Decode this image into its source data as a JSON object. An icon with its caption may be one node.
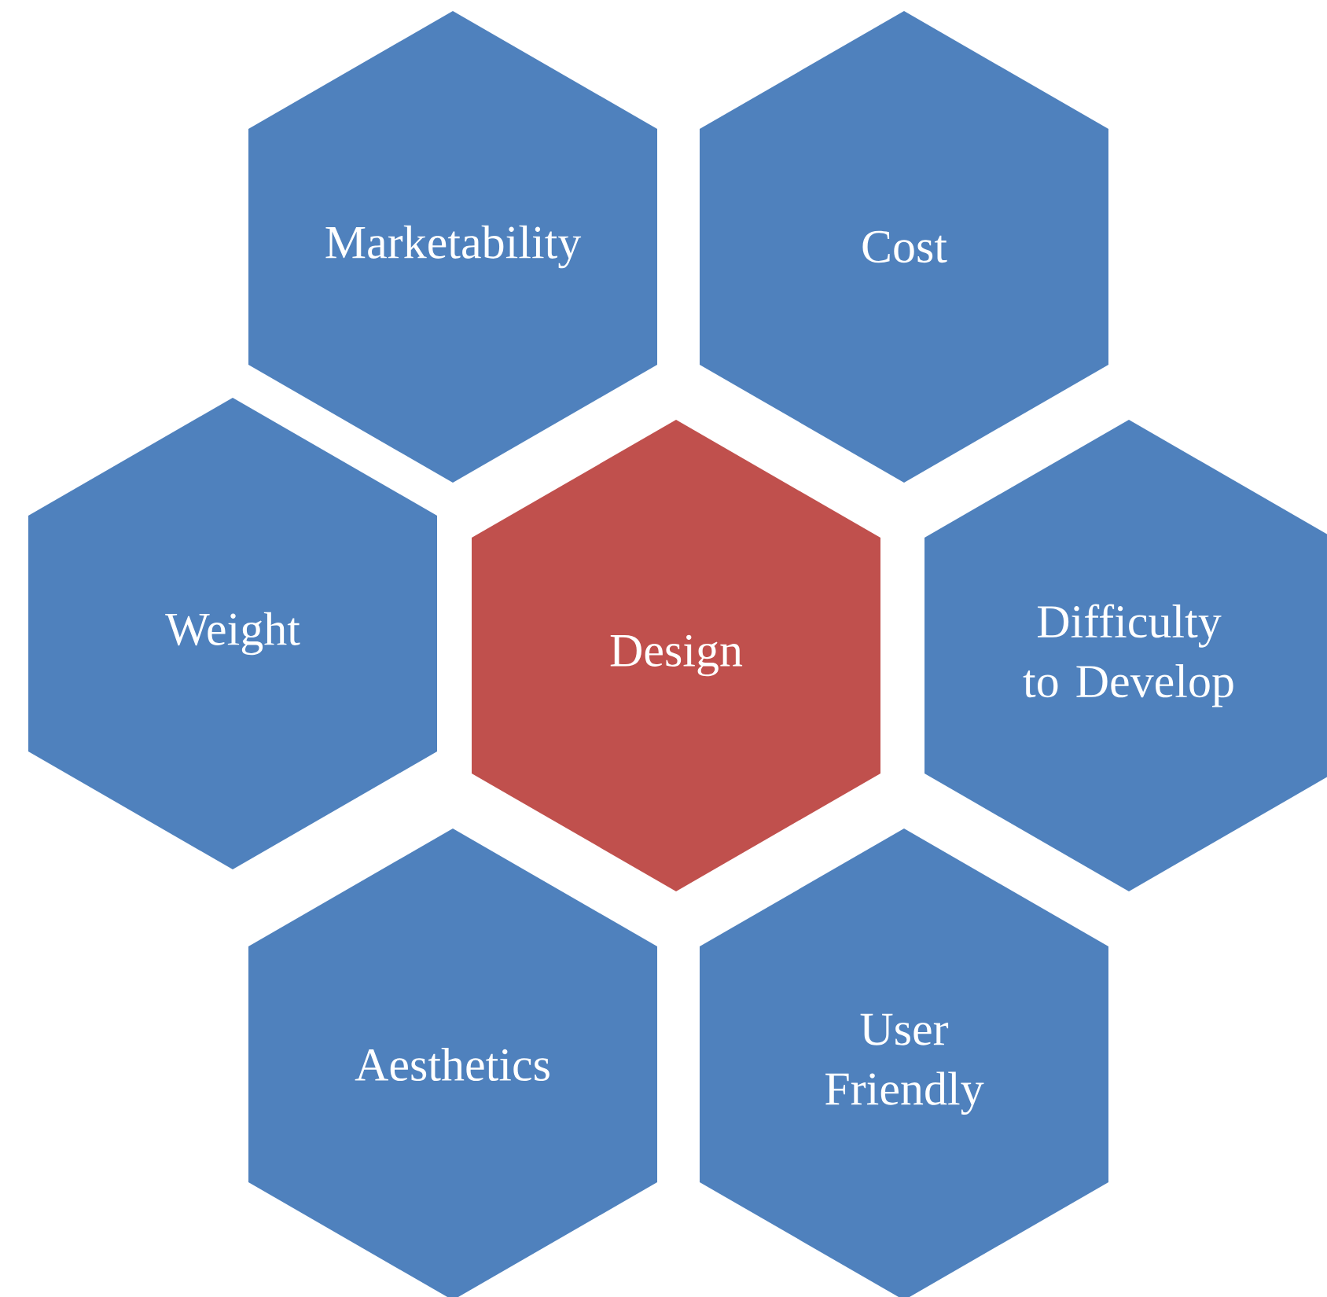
{
  "diagram": {
    "nodes": [
      {
        "text": [
          "Marketability"
        ]
      },
      {
        "text": [
          "Cost"
        ]
      },
      {
        "text": [
          "Weight"
        ]
      },
      {
        "text": [
          "Design"
        ]
      },
      {
        "text": [
          "Difficulty to Develop"
        ]
      },
      {
        "text": [
          "Aesthetics"
        ]
      },
      {
        "text": [
          "User Friendly"
        ]
      }
    ]
  }
}
